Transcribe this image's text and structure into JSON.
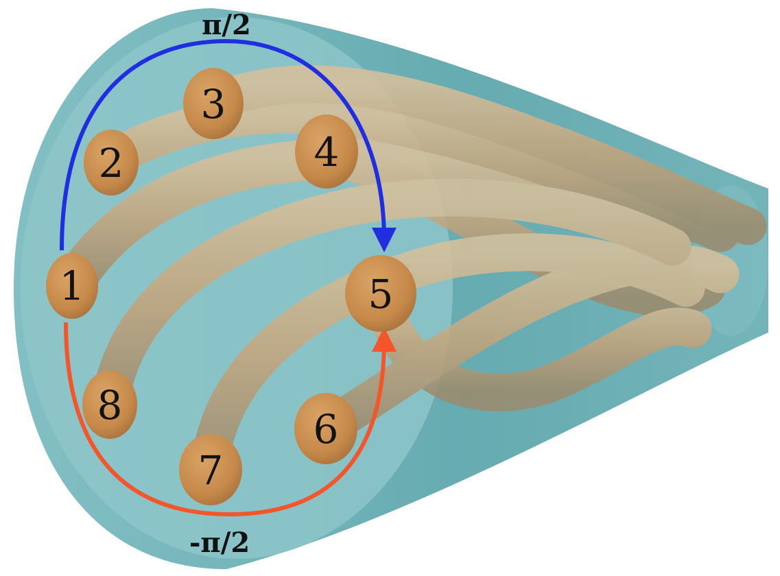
{
  "diagram": {
    "top_arrow_label": "π/2",
    "bottom_arrow_label": "-π/2",
    "nodes": [
      {
        "label": "1"
      },
      {
        "label": "2"
      },
      {
        "label": "3"
      },
      {
        "label": "4"
      },
      {
        "label": "5"
      },
      {
        "label": "6"
      },
      {
        "label": "7"
      },
      {
        "label": "8"
      }
    ]
  },
  "colors": {
    "cone_fill": "#6fb2b8",
    "cone_face": "#8ec5c9",
    "tube": "#c9a77b",
    "node_fill": "#c98f4e",
    "top_arrow": "#1f2fe0",
    "bottom_arrow": "#f4552a"
  }
}
